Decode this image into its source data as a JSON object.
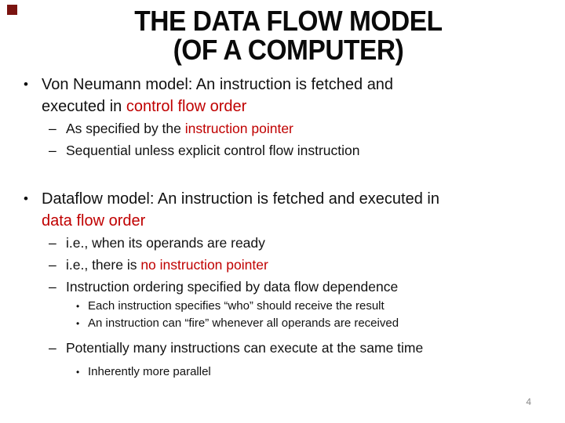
{
  "colors": {
    "accent_red": "#c00000",
    "corner_square": "#7a1310",
    "page_number_gray": "#898989"
  },
  "title": {
    "line1": "THE DATA FLOW MODEL",
    "line2": "(OF A COMPUTER)"
  },
  "page_number": "4",
  "bullets": {
    "dot_glyph": "•",
    "dash_glyph": "–",
    "items": [
      {
        "level": 1,
        "segments": [
          {
            "text": "Von Neumann model: An instruction is fetched and\nexecuted in "
          },
          {
            "text": "control flow order",
            "red": true
          }
        ]
      },
      {
        "level": 2,
        "segments": [
          {
            "text": "As specified by the "
          },
          {
            "text": "instruction pointer",
            "red": true
          }
        ]
      },
      {
        "level": 2,
        "segments": [
          {
            "text": "Sequential unless explicit control flow instruction"
          }
        ]
      },
      {
        "level": 1,
        "gap": "section",
        "segments": [
          {
            "text": "Dataflow model: An instruction is fetched and executed in\n"
          },
          {
            "text": "data flow order",
            "red": true
          }
        ]
      },
      {
        "level": 2,
        "segments": [
          {
            "text": "i.e., when its operands are ready"
          }
        ]
      },
      {
        "level": 2,
        "segments": [
          {
            "text": "i.e., there is "
          },
          {
            "text": "no instruction pointer",
            "red": true
          }
        ]
      },
      {
        "level": 2,
        "segments": [
          {
            "text": "Instruction ordering specified by data flow dependence"
          }
        ]
      },
      {
        "level": 3,
        "segments": [
          {
            "text": "Each instruction specifies “who” should receive the result"
          }
        ]
      },
      {
        "level": 3,
        "segments": [
          {
            "text": "An instruction can “fire” whenever all operands are received"
          }
        ]
      },
      {
        "level": 2,
        "gap": "small",
        "segments": [
          {
            "text": "Potentially many instructions can execute at the same time"
          }
        ]
      },
      {
        "level": 3,
        "gap": "small",
        "segments": [
          {
            "text": "Inherently more parallel"
          }
        ]
      }
    ]
  }
}
